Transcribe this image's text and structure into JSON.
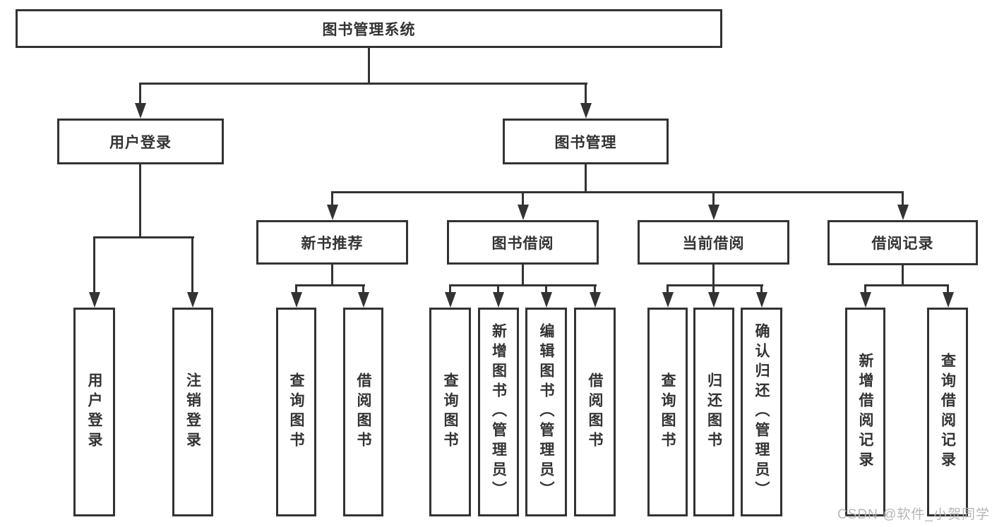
{
  "tree": {
    "label": "图书管理系统",
    "children": [
      {
        "label": "用户登录",
        "children": [
          {
            "label": "用户登录"
          },
          {
            "label": "注销登录"
          }
        ]
      },
      {
        "label": "图书管理",
        "children": [
          {
            "label": "新书推荐",
            "children": [
              {
                "label": "查询图书"
              },
              {
                "label": "借阅图书"
              }
            ]
          },
          {
            "label": "图书借阅",
            "children": [
              {
                "label": "查询图书"
              },
              {
                "label": "新增图书（管理员）"
              },
              {
                "label": "编辑图书（管理员）"
              },
              {
                "label": "借阅图书"
              }
            ]
          },
          {
            "label": "当前借阅",
            "children": [
              {
                "label": "查询图书"
              },
              {
                "label": "归还图书"
              },
              {
                "label": "确认归还（管理员）"
              }
            ]
          },
          {
            "label": "借阅记录",
            "children": [
              {
                "label": "新增借阅记录"
              },
              {
                "label": "查询借阅记录"
              }
            ]
          }
        ]
      }
    ]
  },
  "watermark": "CSDN @软件_小贺同学",
  "colors": {
    "line": "#333333",
    "text": "#333333",
    "watermark": "#b3b3b3",
    "background": "#ffffff"
  }
}
